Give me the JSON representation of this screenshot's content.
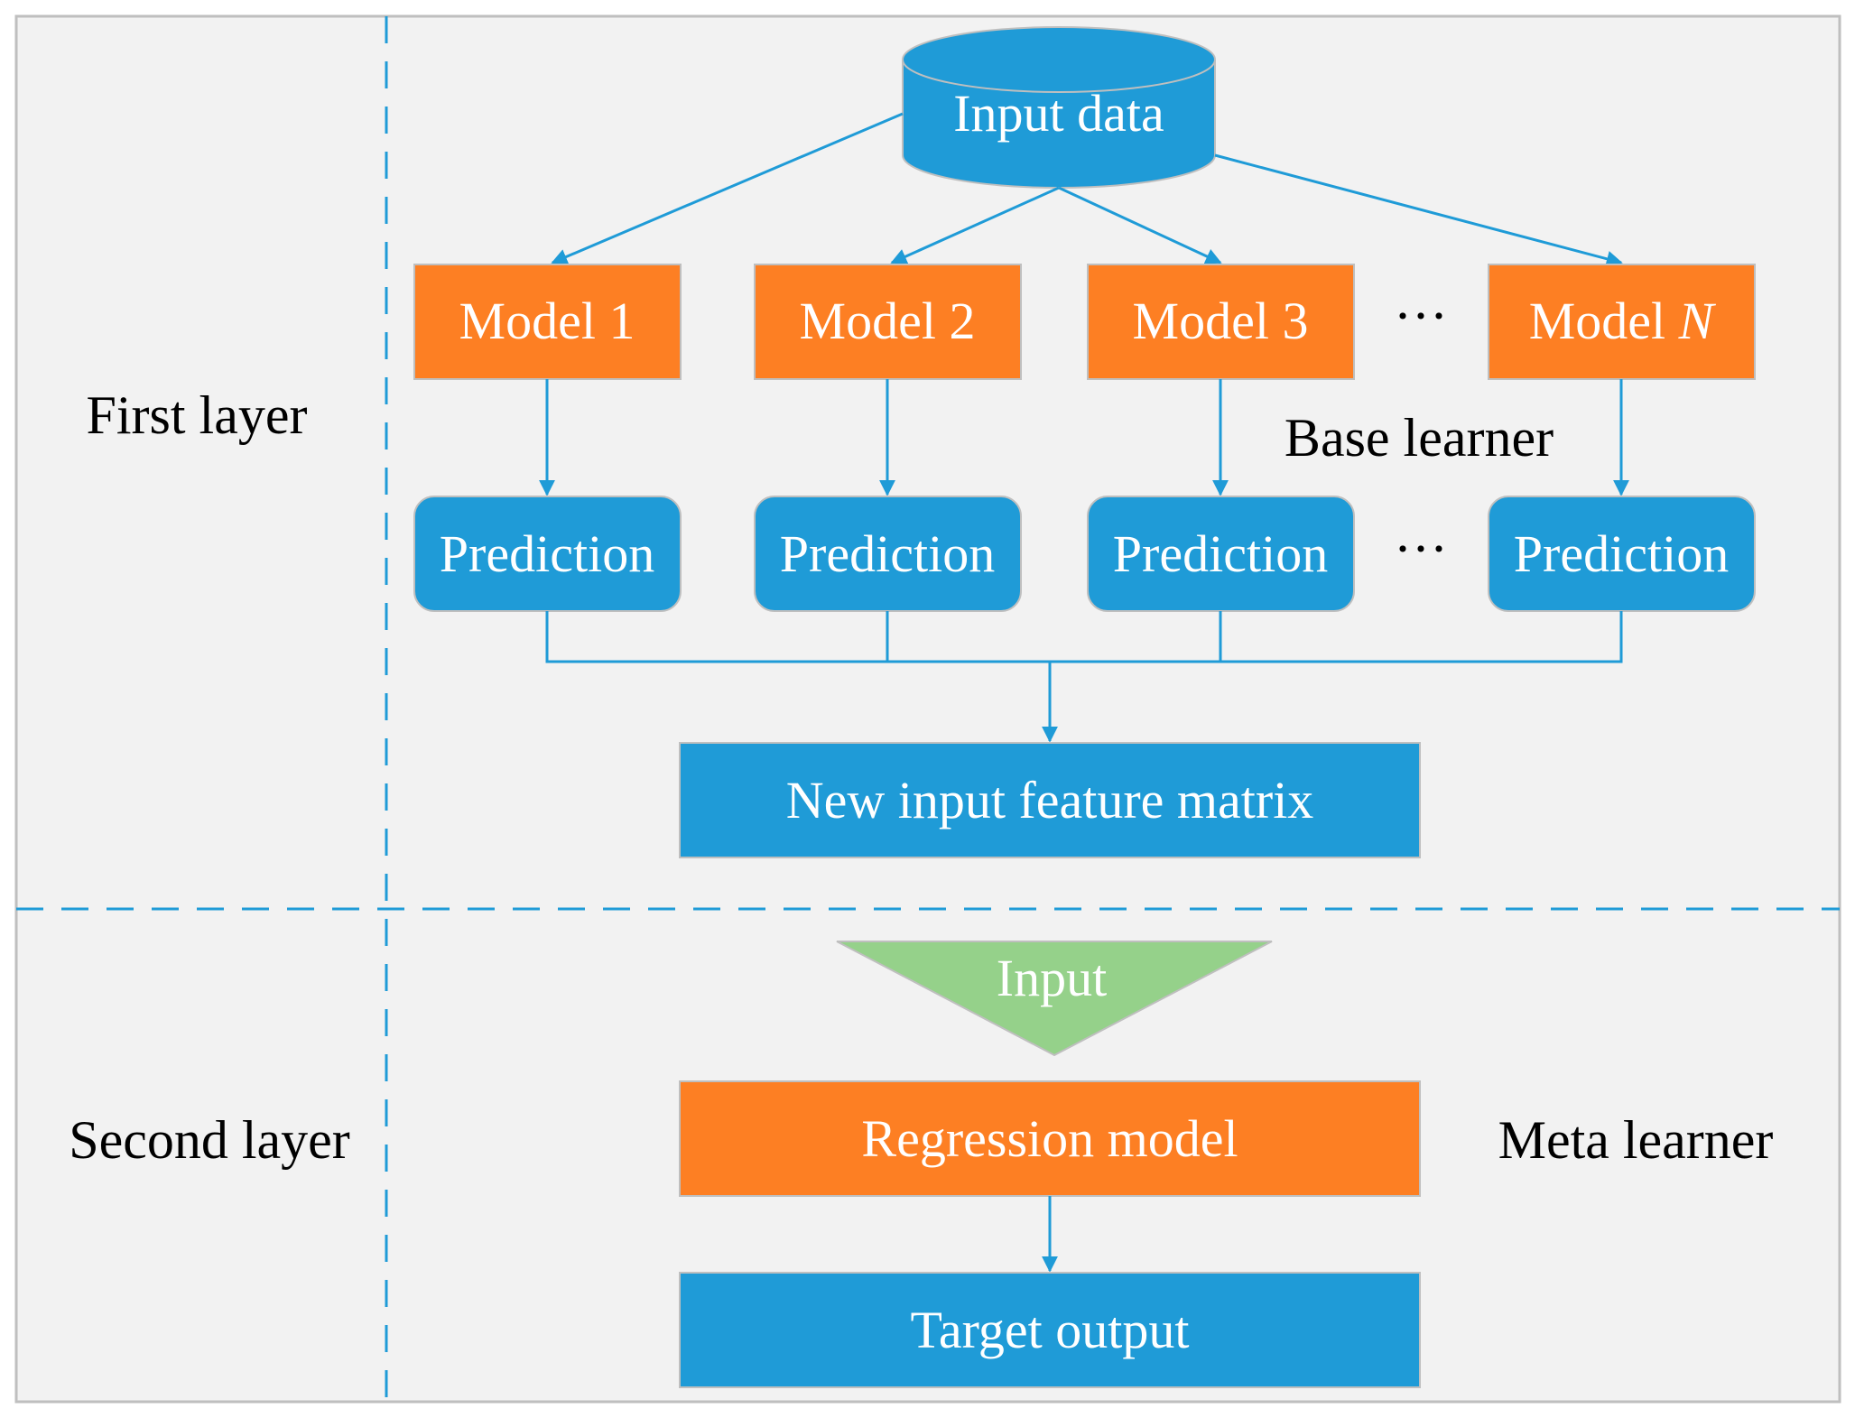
{
  "colors": {
    "background": "#f2f2f2",
    "frame": "#bfbfbf",
    "blue": "#1f9bd7",
    "orange": "#fd7f23",
    "green": "#95d18a",
    "text_on_node": "#ffffff",
    "label_text": "#000000"
  },
  "layers": {
    "first": "First layer",
    "second": "Second layer"
  },
  "input_data": "Input data",
  "models": [
    {
      "text": "Model 1"
    },
    {
      "text": "Model 2"
    },
    {
      "text": "Model 3"
    },
    {
      "text": "Model ",
      "italic": "N"
    }
  ],
  "predictions": [
    "Prediction",
    "Prediction",
    "Prediction",
    "Prediction"
  ],
  "ellipsis": "···",
  "base_learner": "Base learner",
  "feature_matrix": "New input feature matrix",
  "input_triangle": "Input",
  "regression_model": "Regression model",
  "meta_learner": "Meta learner",
  "target_output": "Target output"
}
